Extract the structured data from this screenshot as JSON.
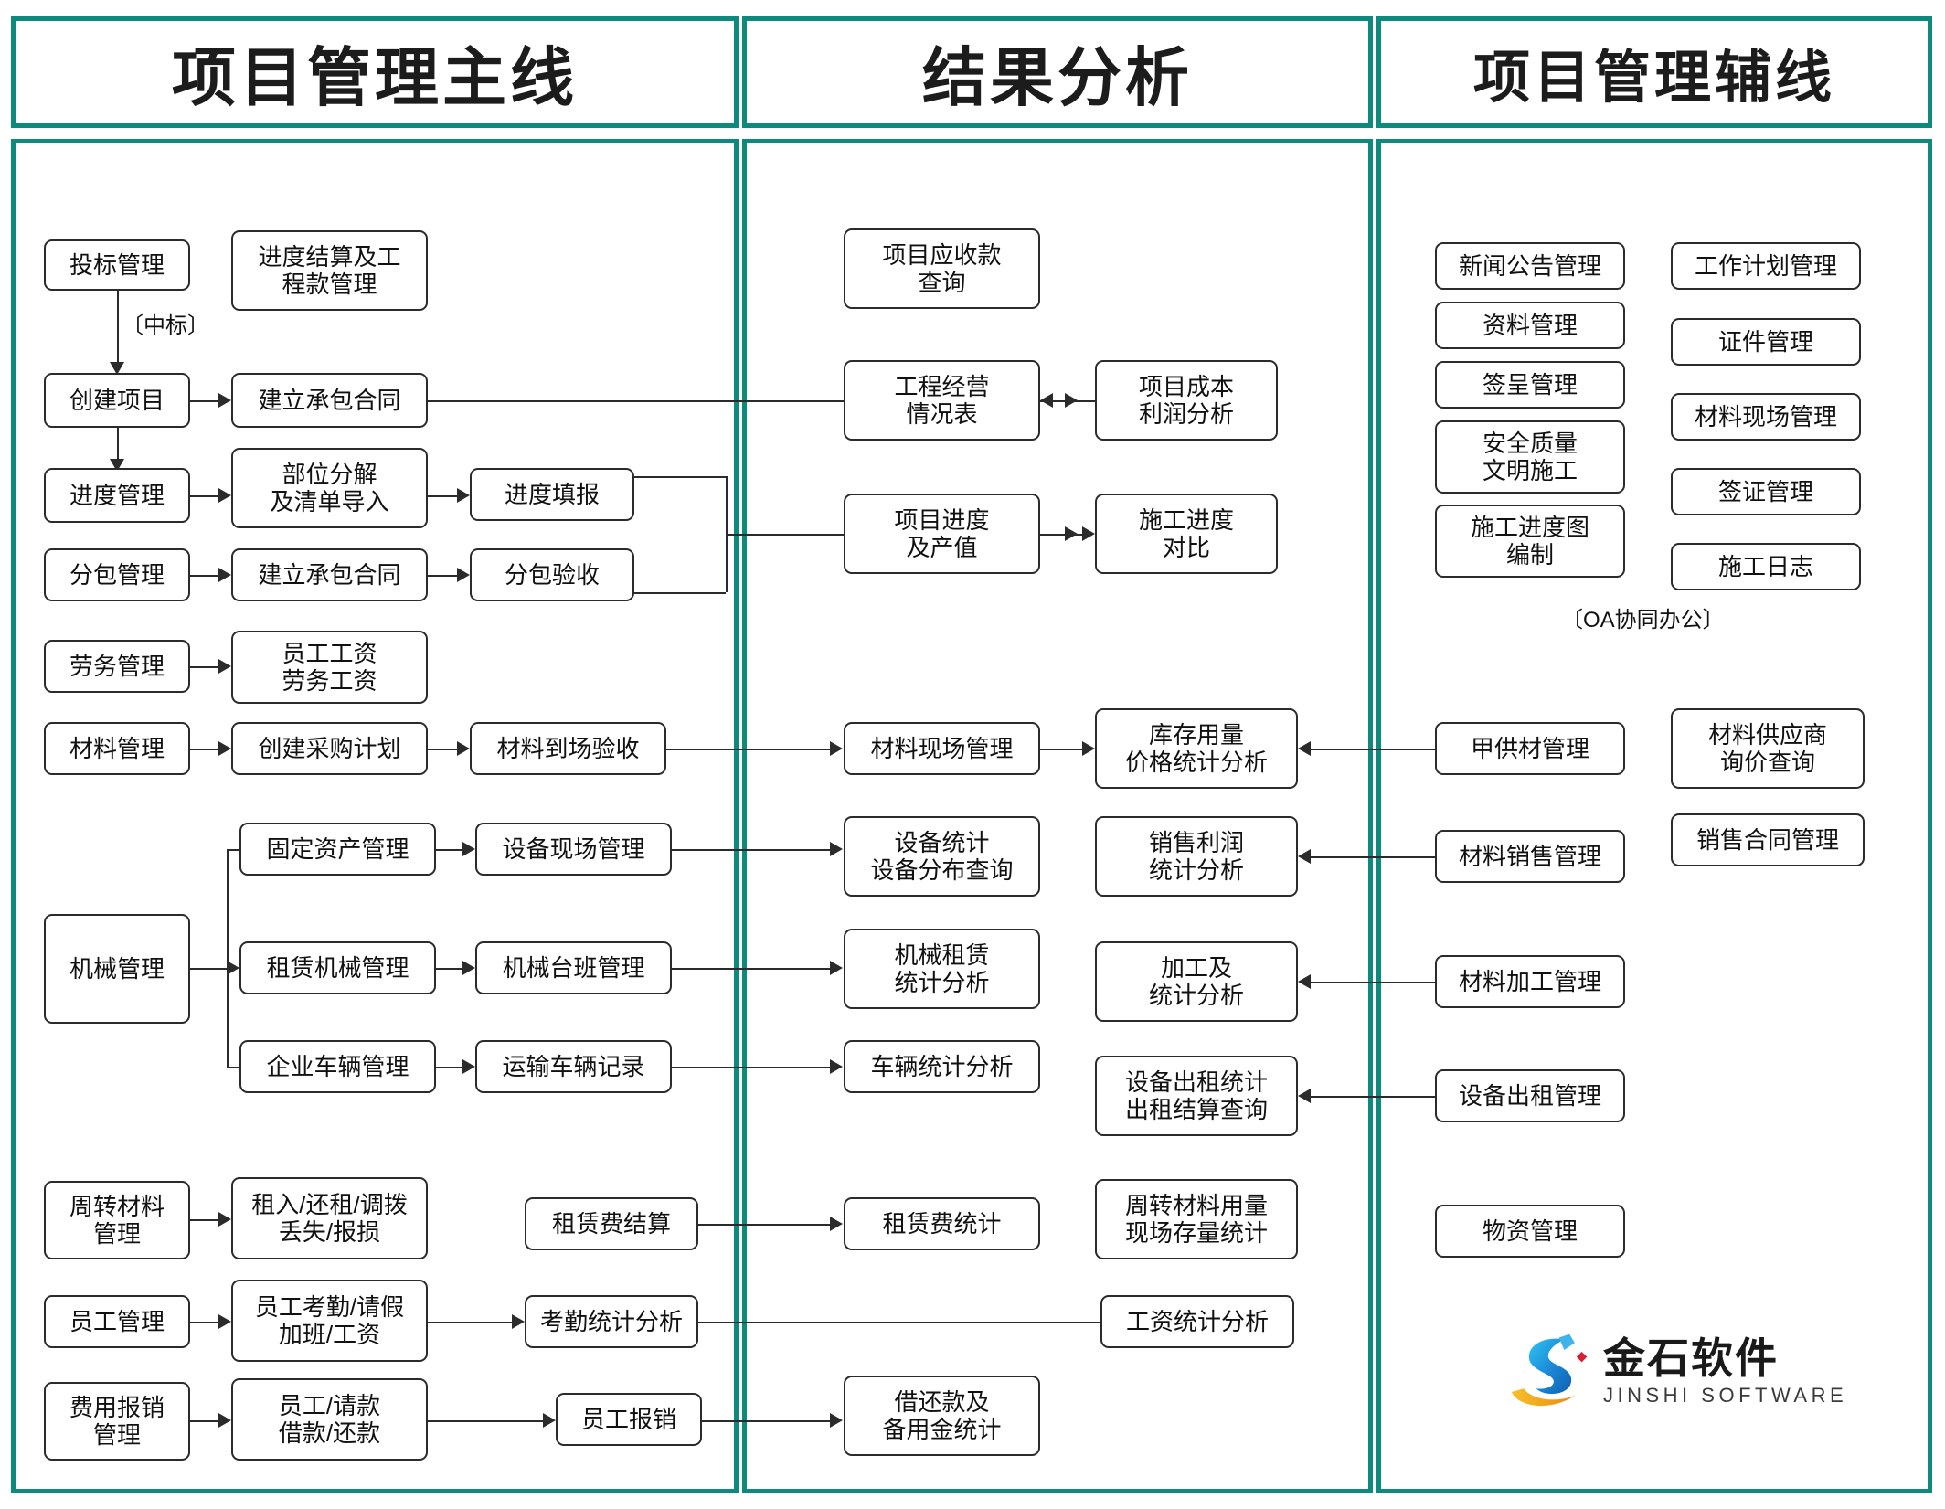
{
  "headers": [
    {
      "title": "项目管理主线"
    },
    {
      "title": "结果分析"
    },
    {
      "title": "项目管理辅线"
    }
  ],
  "annotations": {
    "bid_win": "〔中标〕",
    "oa_office": "〔OA协同办公〕"
  },
  "column_main": {
    "nodes": [
      {
        "id": "m1",
        "label": "投标管理"
      },
      {
        "id": "m2",
        "label": "进度结算及工\n程款管理"
      },
      {
        "id": "m3",
        "label": "创建项目"
      },
      {
        "id": "m4",
        "label": "建立承包合同"
      },
      {
        "id": "m5",
        "label": "进度管理"
      },
      {
        "id": "m6",
        "label": "部位分解\n及清单导入"
      },
      {
        "id": "m7",
        "label": "进度填报"
      },
      {
        "id": "m8",
        "label": "分包管理"
      },
      {
        "id": "m9",
        "label": "建立承包合同"
      },
      {
        "id": "m10",
        "label": "分包验收"
      },
      {
        "id": "m11",
        "label": "劳务管理"
      },
      {
        "id": "m12",
        "label": "员工工资\n劳务工资"
      },
      {
        "id": "m13",
        "label": "材料管理"
      },
      {
        "id": "m14",
        "label": "创建采购计划"
      },
      {
        "id": "m15",
        "label": "材料到场验收"
      },
      {
        "id": "m16",
        "label": "机械管理"
      },
      {
        "id": "m17",
        "label": "固定资产管理"
      },
      {
        "id": "m18",
        "label": "设备现场管理"
      },
      {
        "id": "m19",
        "label": "租赁机械管理"
      },
      {
        "id": "m20",
        "label": "机械台班管理"
      },
      {
        "id": "m21",
        "label": "企业车辆管理"
      },
      {
        "id": "m22",
        "label": "运输车辆记录"
      },
      {
        "id": "m23",
        "label": "周转材料\n管理"
      },
      {
        "id": "m24",
        "label": "租入/还租/调拨\n丢失/报损"
      },
      {
        "id": "m25",
        "label": "租赁费结算"
      },
      {
        "id": "m26",
        "label": "员工管理"
      },
      {
        "id": "m27",
        "label": "员工考勤/请假\n加班/工资"
      },
      {
        "id": "m28",
        "label": "考勤统计分析"
      },
      {
        "id": "m29",
        "label": "费用报销\n管理"
      },
      {
        "id": "m30",
        "label": "员工/请款\n借款/还款"
      },
      {
        "id": "m31",
        "label": "员工报销"
      }
    ]
  },
  "column_result": {
    "nodes": [
      {
        "id": "r1",
        "label": "项目应收款\n查询"
      },
      {
        "id": "r2",
        "label": "工程经营\n情况表"
      },
      {
        "id": "r3",
        "label": "项目成本\n利润分析"
      },
      {
        "id": "r4",
        "label": "项目进度\n及产值"
      },
      {
        "id": "r5",
        "label": "施工进度\n对比"
      },
      {
        "id": "r6",
        "label": "材料现场管理"
      },
      {
        "id": "r7",
        "label": "库存用量\n价格统计分析"
      },
      {
        "id": "r8",
        "label": "设备统计\n设备分布查询"
      },
      {
        "id": "r9",
        "label": "销售利润\n统计分析"
      },
      {
        "id": "r10",
        "label": "机械租赁\n统计分析"
      },
      {
        "id": "r11",
        "label": "加工及\n统计分析"
      },
      {
        "id": "r12",
        "label": "车辆统计分析"
      },
      {
        "id": "r13",
        "label": "设备出租统计\n出租结算查询"
      },
      {
        "id": "r14",
        "label": "租赁费统计"
      },
      {
        "id": "r15",
        "label": "周转材料用量\n现场存量统计"
      },
      {
        "id": "r16",
        "label": "工资统计分析"
      },
      {
        "id": "r17",
        "label": "借还款及\n备用金统计"
      }
    ]
  },
  "column_aux": {
    "nodes": [
      {
        "id": "a1",
        "label": "新闻公告管理"
      },
      {
        "id": "a2",
        "label": "工作计划管理"
      },
      {
        "id": "a3",
        "label": "资料管理"
      },
      {
        "id": "a4",
        "label": "证件管理"
      },
      {
        "id": "a5",
        "label": "签呈管理"
      },
      {
        "id": "a6",
        "label": "材料现场管理"
      },
      {
        "id": "a7",
        "label": "安全质量\n文明施工"
      },
      {
        "id": "a8",
        "label": "签证管理"
      },
      {
        "id": "a9",
        "label": "施工进度图\n编制"
      },
      {
        "id": "a10",
        "label": "施工日志"
      },
      {
        "id": "a11",
        "label": "甲供材管理"
      },
      {
        "id": "a12",
        "label": "材料供应商\n询价查询"
      },
      {
        "id": "a13",
        "label": "材料销售管理"
      },
      {
        "id": "a14",
        "label": "销售合同管理"
      },
      {
        "id": "a15",
        "label": "材料加工管理"
      },
      {
        "id": "a16",
        "label": "设备出租管理"
      },
      {
        "id": "a17",
        "label": "物资管理"
      }
    ]
  },
  "logo": {
    "cn": "金石软件",
    "en": "JINSHI SOFTWARE"
  },
  "colors": {
    "accent": "#0d8a7e",
    "node_border": "#2b2b2b",
    "text": "#111111"
  }
}
